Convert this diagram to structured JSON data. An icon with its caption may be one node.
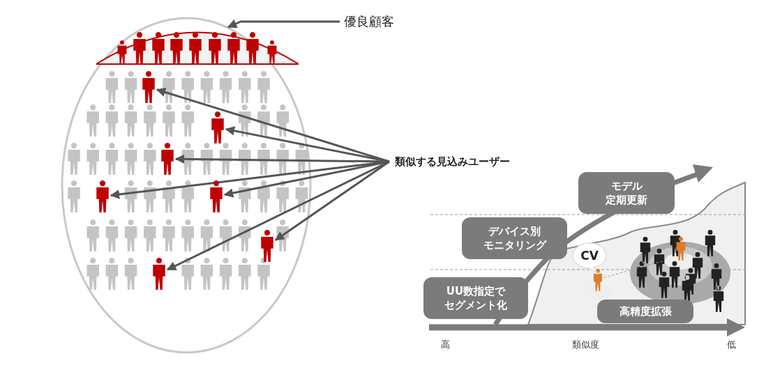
{
  "diagram": {
    "nodes": [
      {
        "text": [
          "優良顧客"
        ]
      },
      {
        "text": [],
        "shape": "band"
      },
      {
        "text": [
          "類似する見込みユーザー"
        ]
      },
      {
        "text": [],
        "shape": "person"
      },
      {
        "text": [],
        "shape": "person"
      },
      {
        "text": [],
        "shape": "person"
      },
      {
        "text": [],
        "shape": "person"
      },
      {
        "text": [],
        "shape": "person"
      },
      {
        "text": [],
        "shape": "person"
      },
      {
        "text": [],
        "shape": "person"
      },
      {
        "text": [
          "UU数指定でセグメント化"
        ]
      },
      {
        "text": [
          "デバイス別モニタリング"
        ]
      },
      {
        "text": [
          "モデル定期更新"
        ]
      },
      {
        "text": [
          "CV"
        ]
      },
      {
        "text": [
          "高精度拡張"
        ]
      }
    ],
    "edges": [
      {
        "from": 0,
        "to": 1,
        "arrow": "to"
      },
      {
        "from": 2,
        "to": 3,
        "arrow": "to"
      },
      {
        "from": 2,
        "to": 4,
        "arrow": "to"
      },
      {
        "from": 2,
        "to": 5,
        "arrow": "to"
      },
      {
        "from": 2,
        "to": 6,
        "arrow": "to"
      },
      {
        "from": 2,
        "to": 7,
        "arrow": "to"
      },
      {
        "from": 2,
        "to": 8,
        "arrow": "to"
      },
      {
        "from": 2,
        "to": 9,
        "arrow": "to"
      }
    ],
    "labels": [
      "高",
      "類似度",
      "低"
    ]
  }
}
